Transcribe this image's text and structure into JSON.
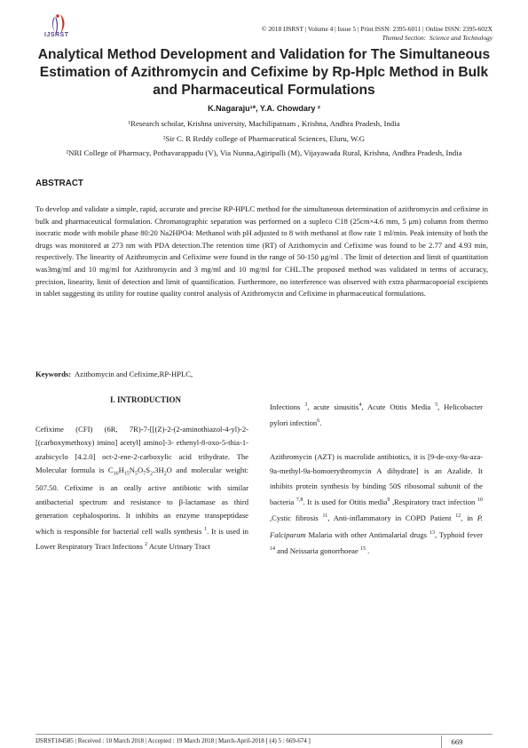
{
  "header": {
    "logo_text": "IJSRST",
    "journal_line": "© 2018 IJSRST | Volume 4 | Issue 5 | Print ISSN: 2395-6011 | Online ISSN: 2395-602X",
    "themed_label": "Themed Section:",
    "themed_value": "Science and Technology"
  },
  "title": "Analytical Method Development and Validation for The Simultaneous Estimation of Azithromycin and Cefixime by Rp-Hplc Method in Bulk and Pharmaceutical Formulations",
  "authors": "K.Nagaraju¹*, Y.A. Chowdary ²",
  "affiliations": [
    "¹Research scholar, Krishna university, Machilipatnam , Krishna, Andhra Pradesh, India",
    "²Sir C. R Reddy college of Pharmaceutical Sciences, Eluru, W.G",
    "²NRI College of Pharmacy, Pothavarappadu (V), Via Nunna,Agiripalli (M), Vijayawada Rural, Krishna,  Andhra Pradesh, India"
  ],
  "abstract": {
    "heading": "ABSTRACT",
    "text": "To develop and validate a simple, rapid, accurate and precise RP-HPLC method for the simultaneous determination of azithromycin and cefixime  in bulk and pharmaceutical formulation. Chromatographic separation was performed on a supleco C18 (25cm×4.6 mm, 5 μm) column from thermo isocratic mode with mobile phase 80:20 Na2HPO4: Methanol with pH adjusted to 8 with methanol at flow rate 1 ml/min. Peak intensity of both the drugs was monitored at 273 nm with PDA detection.The retention time (RT) of Azithomycin and Cefixime was found to be 2.77 and 4.93 min, respectively. The linearity of  Azithromycin and Cefixime were found in the range of 50-150 μg/ml . The limit of detection and limit of quantitation was3mg/ml and 10 mg/ml for Azithromycin and 3 mg/ml and 10 mg/ml for CHL.The  proposed  method  was validated in terms of accuracy, precision, linearity, limit of detection and limit of quantification. Furthermore, no interference was observed with extra pharmacopoeial excipients in tablet suggesting its utility for routine quality control analysis of Azithromycin and Cefixime in pharmaceutical formulations.",
    "keywords_label": "Keywords:",
    "keywords": "Azithomycin and Cefixime,RP-HPLC,"
  },
  "intro": {
    "heading": "I.    INTRODUCTION",
    "left_p1_a": "Cefixime (CFI) (6R, 7R)-7-[[(Z)-2-(2-aminothiazol-4-yl)-2-[(carboxymethoxy) imino] acetyl] amino]-3- ethenyl-8-oxo-5-thia-1-azabicyclo [4.2.0] oct-2-ene-2-carboxylic acid trihydrate. The Molecular formula is C",
    "sub_16": "16",
    "t_h": "H",
    "sub_15": "15",
    "t_n": "N",
    "sub_5": "5",
    "t_o": "O",
    "sub_7": "7",
    "t_s": "S",
    "sub_2a": "2",
    "t_3h": ".3H",
    "sub_2b": "2",
    "t_o2": "O",
    "left_p1_b": " and molecular weight: 507.50. Cefixime is an orally active antibiotic with similar antibacterial spectrum and resistance to β-lactamase as third generation cephalosporins. It inhibits an enzyme transpeptidase which is responsible for bacterial cell walls synthesis ",
    "ref1": "1",
    "left_p1_c": ". It is used in Lower Respiratory Tract Infections ",
    "ref2": "2",
    "left_p1_d": " Acute Urinary Tract",
    "right_p0_a": "Infections ",
    "ref3": "3",
    "right_p0_b": ", acute sinusitis",
    "ref4": "4",
    "right_p0_c": ", Acute Otitis Media ",
    "ref5": "5",
    "right_p0_d": ", Helicobacter pylori infection",
    "ref6": "6",
    "right_p0_e": ".",
    "right_p1_a": "Azithromycin (AZT) is macrolide antibiotics, it is [9-de-oxy-9a-aza-9a-methyl-9a-homoerythromycin A dihydrate] is an Azalide. It inhibits protein synthesis by binding 50S ribosomal subunit of the bacteria ",
    "ref78": "7,8",
    "right_p1_b": ". It is used for Otitis media",
    "ref9": "9",
    "right_p1_c": " ,Respiratory tract infection ",
    "ref10": "10",
    "right_p1_d": " ,Cystic fibrosis ",
    "ref11": "11",
    "right_p1_e": ", Anti-inflammatory in COPD Patient ",
    "ref12": "12",
    "right_p1_f": ", in ",
    "italic_pf": "P. Falciparum",
    "right_p1_g": " Malaria with other Antimalarial drugs ",
    "ref13": "13",
    "right_p1_h": ", Typhoid fever ",
    "ref14": "14",
    "right_p1_i": " and Neissaria gonorrhoeae ",
    "ref15": "15",
    "right_p1_j": " ."
  },
  "footer": {
    "text": "IJSRST184585  | Received : 10 March 2018 | Accepted : 19  March 2018 | March-April-2018 [ (4) 5 : 669-674 ]",
    "page": "669"
  },
  "colors": {
    "logo_purple": "#5a3e8a",
    "logo_red": "#c0392b"
  }
}
